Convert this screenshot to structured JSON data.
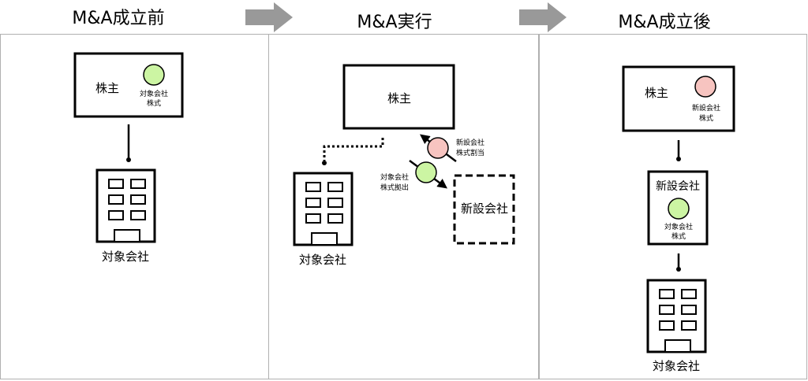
{
  "headers": {
    "before": "M&A成立前",
    "execution": "M&A実行",
    "after": "M&A成立後"
  },
  "labels": {
    "shareholder": "株主",
    "target_company": "対象会社",
    "new_company": "新設会社",
    "target_shares_line1": "対象会社",
    "target_shares_line2": "株式",
    "new_shares_line1": "新設会社",
    "new_shares_line2": "株式",
    "contribution_line1": "対象会社",
    "contribution_line2": "株式拠出",
    "allotment_line1": "新設会社",
    "allotment_line2": "株式割当"
  },
  "colors": {
    "target_share": "#ccf5a3",
    "new_share": "#f7c4c0",
    "arrow": "#999999",
    "panel_border": "#b0b0b0"
  },
  "icons": {
    "building": "building-icon",
    "share": "share-circle-icon",
    "process_arrow": "right-arrow-icon"
  }
}
